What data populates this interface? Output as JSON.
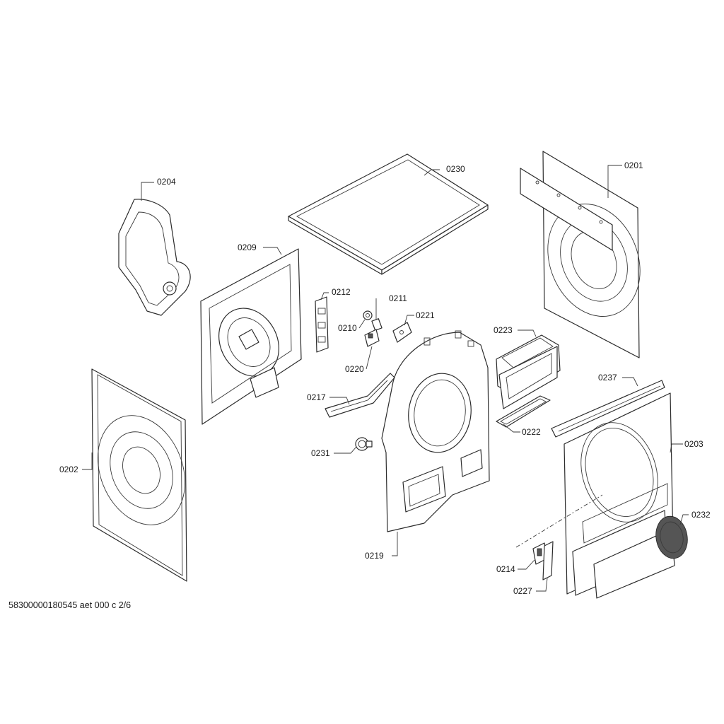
{
  "document_code": "58300000180545 aet 000 c 2/6",
  "labels": {
    "p0201": "0201",
    "p0202": "0202",
    "p0203": "0203",
    "p0204": "0204",
    "p0209": "0209",
    "p0210": "0210",
    "p0211": "0211",
    "p0212": "0212",
    "p0214": "0214",
    "p0217": "0217",
    "p0219": "0219",
    "p0220": "0220",
    "p0221": "0221",
    "p0222": "0222",
    "p0223": "0223",
    "p0227": "0227",
    "p0230": "0230",
    "p0231": "0231",
    "p0232": "0232",
    "p0237": "0237"
  }
}
